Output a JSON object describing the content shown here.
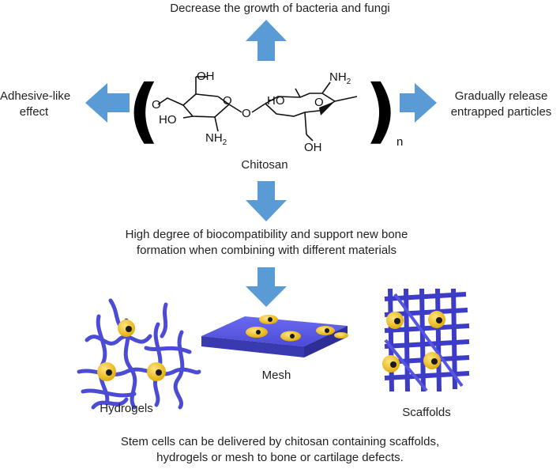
{
  "effects": {
    "top": "Decrease the growth of bacteria and fungi",
    "left_line1": "Adhesive-like",
    "left_line2": "effect",
    "right_line1": "Gradually release",
    "right_line2": "entrapped particles"
  },
  "molecule": {
    "name": "Chitosan",
    "subscript_n": "n",
    "oh_top": "OH",
    "oh_left": "HO",
    "nh2_bottom": "NH",
    "nh2_bottom_sub": "2",
    "o_ring_left": "O",
    "o_bridge": "O",
    "oh_mid": "HO",
    "nh2_top": "NH",
    "nh2_top_sub": "2",
    "o_ring_right": "O",
    "oh_bottom": "OH",
    "open_paren": "(",
    "close_paren": ")"
  },
  "middle": {
    "line1": "High degree of biocompatibility and support new bone",
    "line2": "formation when combining with different materials"
  },
  "materials": {
    "hydrogels": "Hydrogels",
    "mesh": "Mesh",
    "scaffolds": "Scaffolds"
  },
  "caption": {
    "line1": "Stem cells can be delivered by chitosan containing scaffolds,",
    "line2": "hydrogels or mesh to bone or cartilage defects."
  },
  "colors": {
    "arrow": "#5b9bd5",
    "fiber": "#4b4bd6",
    "cell": "#f5c518",
    "nucleus": "#1a1a1a"
  }
}
